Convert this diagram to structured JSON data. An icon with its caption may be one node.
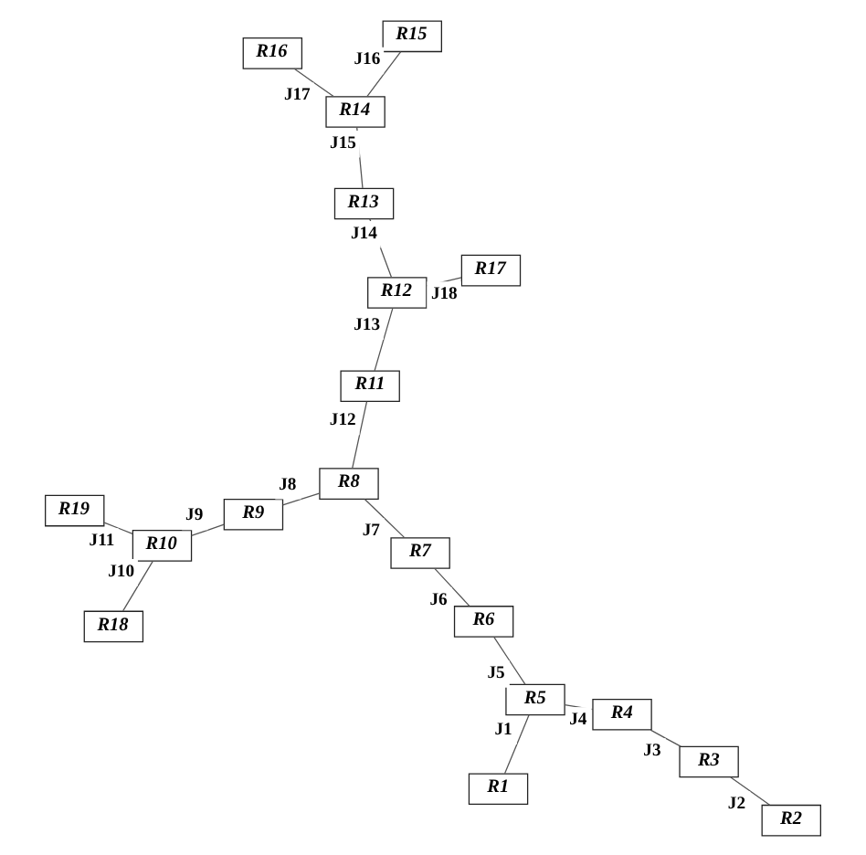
{
  "diagram": {
    "nodes": [
      {
        "text": [
          "R1"
        ]
      },
      {
        "text": [
          "R5"
        ]
      },
      {
        "text": [
          "R6"
        ]
      },
      {
        "text": [
          "R4"
        ]
      },
      {
        "text": [
          "R7"
        ]
      },
      {
        "text": [
          "R8"
        ]
      },
      {
        "text": [
          "R9"
        ]
      },
      {
        "text": [
          "R2"
        ]
      },
      {
        "text": [
          "R3"
        ]
      },
      {
        "text": [
          "R11"
        ]
      },
      {
        "text": [
          "R19"
        ]
      },
      {
        "text": [
          "R10"
        ]
      },
      {
        "text": [
          "R18"
        ]
      },
      {
        "text": [
          "R17"
        ]
      },
      {
        "text": [
          "R12"
        ]
      },
      {
        "text": [
          "R16"
        ]
      },
      {
        "text": [
          "R13"
        ]
      },
      {
        "text": [
          "R14"
        ]
      },
      {
        "text": [
          "R15"
        ]
      }
    ],
    "edges": [
      {
        "from": 0,
        "to": 1,
        "arrow": "none",
        "label": "J1"
      },
      {
        "from": 1,
        "to": 2,
        "arrow": "none",
        "label": "J5"
      },
      {
        "from": 1,
        "to": 3,
        "arrow": "none",
        "label": "J4"
      },
      {
        "from": 2,
        "to": 4,
        "arrow": "none",
        "label": "J6"
      },
      {
        "from": 3,
        "to": 8,
        "arrow": "none",
        "label": "J3"
      },
      {
        "from": 7,
        "to": 8,
        "arrow": "none",
        "label": "J2"
      },
      {
        "from": 4,
        "to": 5,
        "arrow": "none",
        "label": "J7"
      },
      {
        "from": 5,
        "to": 6,
        "arrow": "none",
        "label": "J8"
      },
      {
        "from": 6,
        "to": 11,
        "arrow": "none",
        "label": "J9"
      },
      {
        "from": 5,
        "to": 9,
        "arrow": "none",
        "label": "J12"
      },
      {
        "from": 10,
        "to": 11,
        "arrow": "none",
        "label": "J11"
      },
      {
        "from": 12,
        "to": 11,
        "arrow": "none",
        "label": "J10"
      },
      {
        "from": 9,
        "to": 14,
        "arrow": "none",
        "label": "J13"
      },
      {
        "from": 13,
        "to": 14,
        "arrow": "none",
        "label": "J18"
      },
      {
        "from": 14,
        "to": 16,
        "arrow": "none",
        "label": "J14"
      },
      {
        "from": 16,
        "to": 17,
        "arrow": "none",
        "label": "J15"
      },
      {
        "from": 15,
        "to": 17,
        "arrow": "none",
        "label": "J17"
      },
      {
        "from": 18,
        "to": 17,
        "arrow": "none",
        "label": "J16"
      }
    ]
  }
}
